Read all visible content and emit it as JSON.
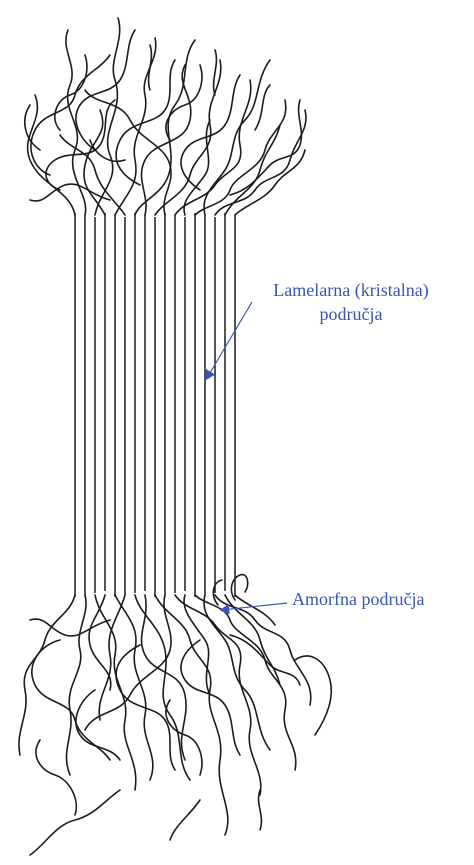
{
  "labels": {
    "lamellar_line1": "Lamelarna (kristalna)",
    "lamellar_line2": "područja",
    "amorphous": "Amorfna područja"
  },
  "colors": {
    "chains": "#1c1c1c",
    "annotation": "#3a55b4",
    "background": "#ffffff"
  }
}
